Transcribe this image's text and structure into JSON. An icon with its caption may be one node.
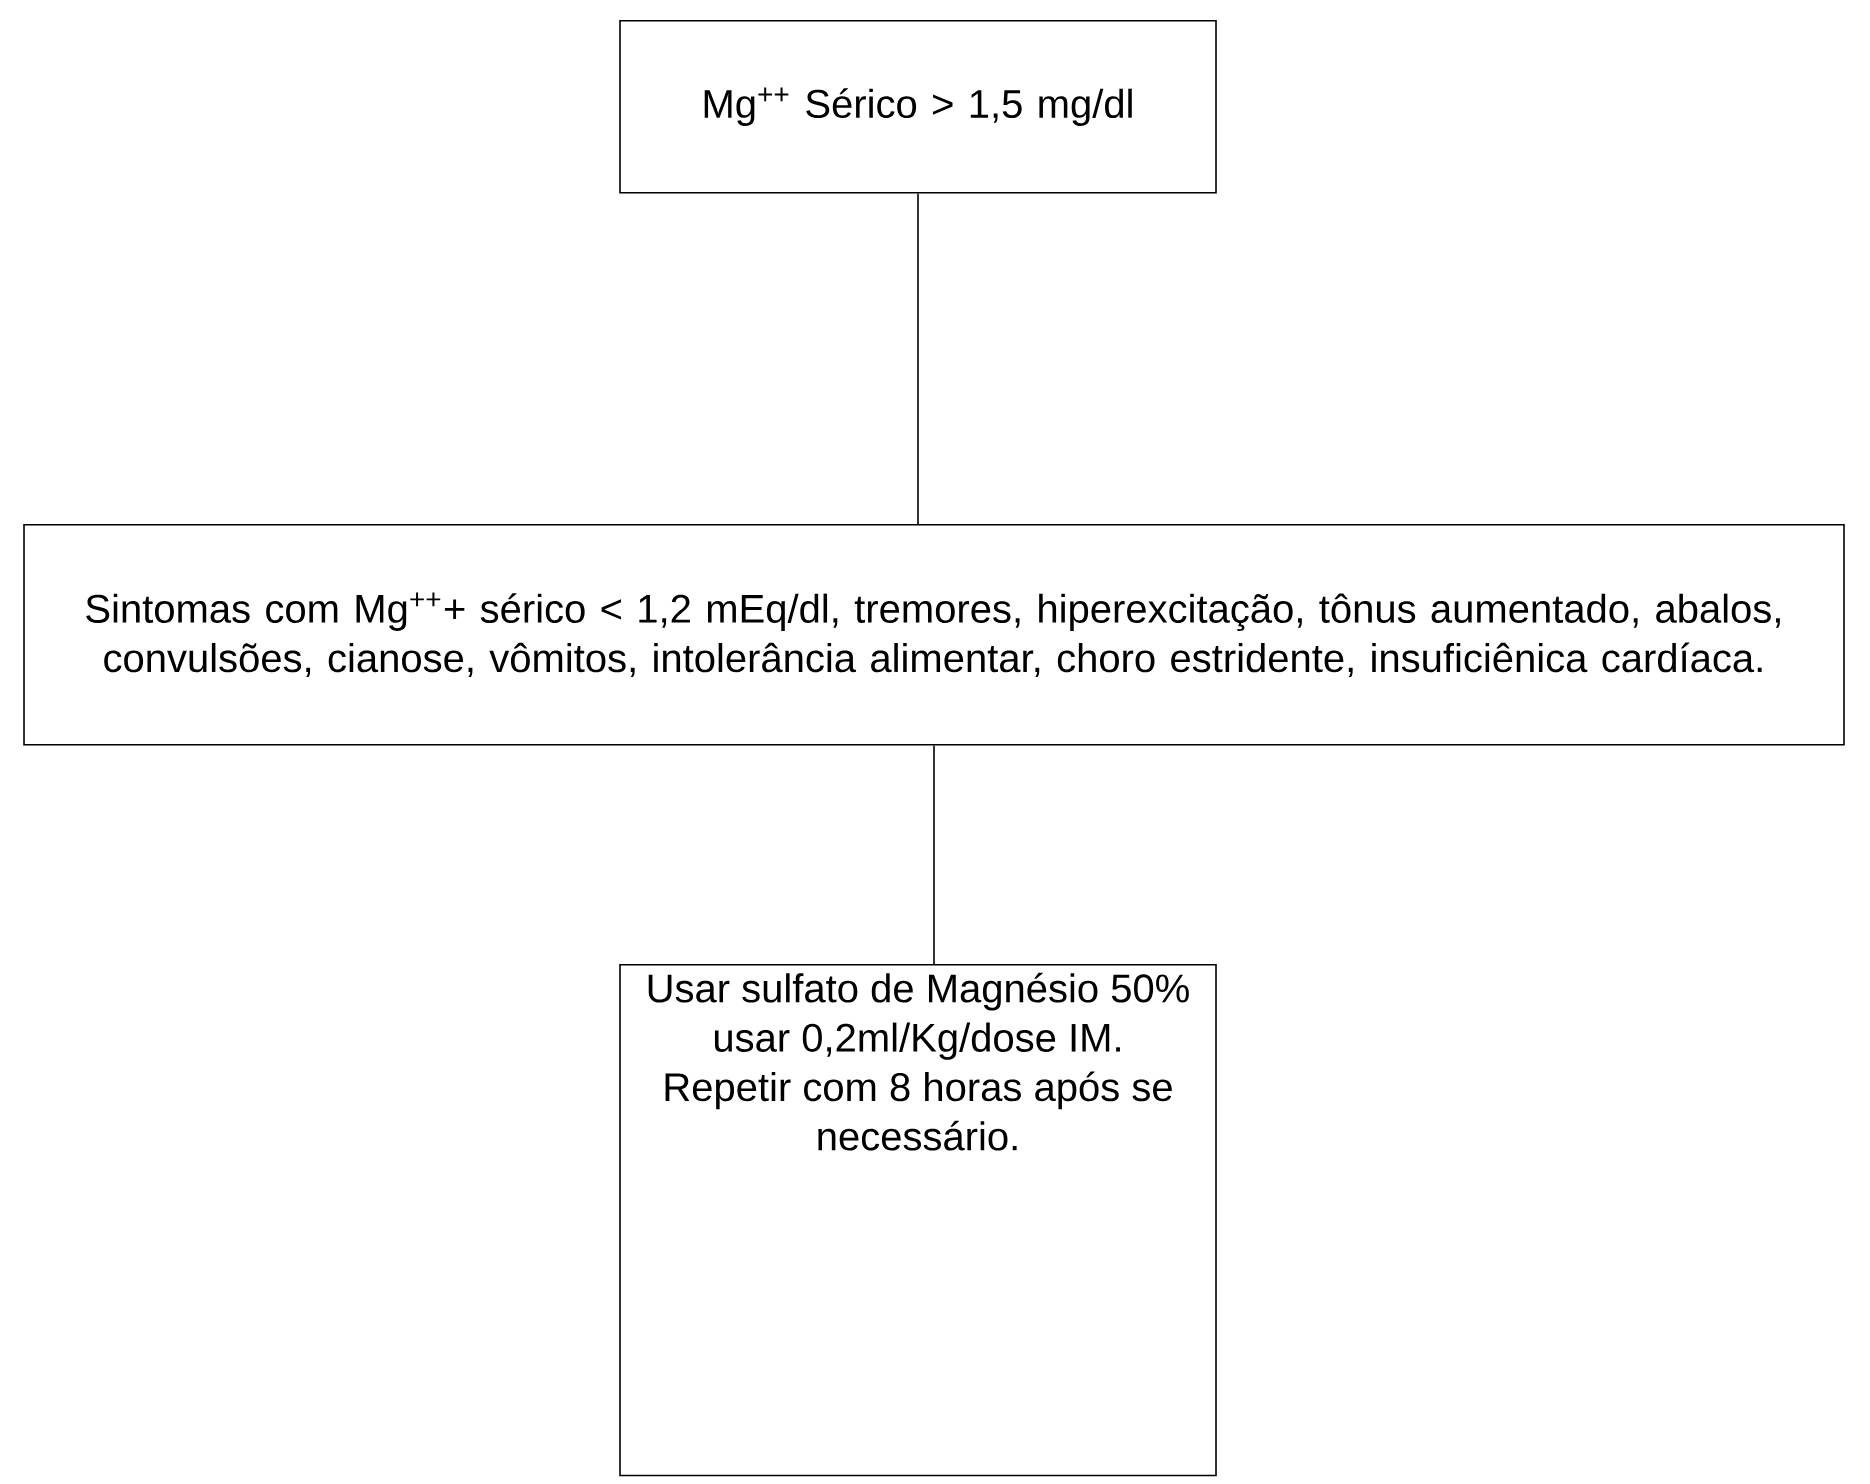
{
  "diagram": {
    "nodes": [
      {
        "text": [
          "Mg$^{++}$ Sérico > 1,5 mg/dl"
        ]
      },
      {
        "text": [
          "Sintomas com Mg$^{++}$+ sérico < 1,2 mEq/dl, tremores, hiperexcitação, tônus aumentado, abalos, convulsões, cianose, vômitos, intolerância alimentar, choro estridente, insuficiênica cardíaca."
        ]
      },
      {
        "text": [
          "Usar sulfato de Magnésio 50% usar 0,2ml/Kg/dose IM.",
          "Repetir com 8 horas após se necessário."
        ]
      }
    ],
    "edges": [
      {
        "from": 0,
        "to": 1,
        "arrow": "none"
      },
      {
        "from": 1,
        "to": 2,
        "arrow": "none"
      }
    ]
  }
}
